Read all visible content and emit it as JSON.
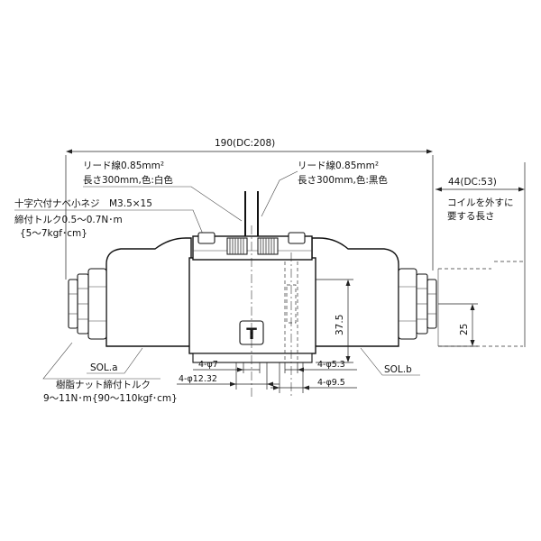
{
  "labels": {
    "overall_length": "190(DC:208)",
    "coil_removal_dim": "44(DC:53)",
    "coil_removal_1": "コイルを外すに",
    "coil_removal_2": "要する長さ",
    "lead_white_1": "リード線0.85mm²",
    "lead_white_2": "長さ300mm,色:白色",
    "lead_black_1": "リード線0.85mm²",
    "lead_black_2": "長さ300mm,色:黒色",
    "screw": "十字穴付ナベ小ネジ　M3.5×15",
    "torque_1": "締付トルク0.5～0.7N･m",
    "torque_2": "{5～7kgf･cm}",
    "height_37_5": "37.5",
    "height_25": "25",
    "sol_a": "SOL.a",
    "sol_b": "SOL.b",
    "hole_phi7": "4-φ7",
    "hole_phi12_32": "4-φ12.32",
    "hole_phi5_3": "4-φ5.3",
    "hole_phi9_5": "4-φ9.5",
    "nut_torque_1": "樹脂ナット締付トルク",
    "nut_torque_2": "9～11N･m{90～110kgf･cm}",
    "body_mark": "T"
  }
}
